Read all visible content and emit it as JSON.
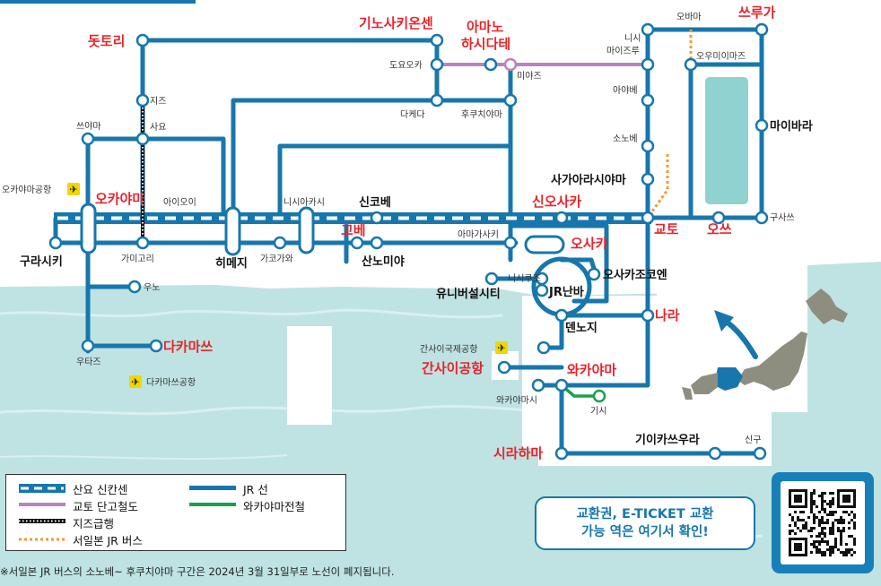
{
  "stations_red": {
    "dottori": "돗토리",
    "kinosaki": "기노사키온센",
    "amanohashidate_1": "아마노",
    "amanohashidate_2": "하시다테",
    "tsuruga": "쓰루가",
    "okayama": "오카야마",
    "kobe": "고베",
    "shinosaka": "신오사카",
    "osaka": "오사카",
    "kyoto": "교토",
    "otsu": "오쓰",
    "nara": "나라",
    "takamatsu": "다카마쓰",
    "kansai_airport": "간사이공항",
    "wakayama": "와카야마",
    "shirahama": "시라하마"
  },
  "stations_major": {
    "kurashiki": "구라시키",
    "himeji": "히메지",
    "shinkobe": "신코베",
    "sannomiya": "산노미야",
    "maibara": "마이바라",
    "sagano": "사가아라시야마",
    "osakajo": "오사카조코엔",
    "universal": "유니버설시티",
    "jrnamba": "JR난바",
    "tennoji": "덴노지",
    "kiikatsuura": "기이카쓰우라"
  },
  "stations_small": {
    "chizu": "지즈",
    "sayo": "사요",
    "tsuyama": "쓰야마",
    "okayama_airport": "오카야마공항",
    "aioi": "아이오이",
    "kamigori": "가미고리",
    "uno": "우노",
    "utazu": "우타즈",
    "takamatsu_airport": "다카마쓰공항",
    "nishiakashi": "니시아카시",
    "kakogawa": "가코가와",
    "amagasaki": "아마가사키",
    "toyooka": "도요오카",
    "miyazu": "미야즈",
    "takeda": "다케다",
    "fukuchiyama": "후쿠치야마",
    "nishimaizuru_1": "니시",
    "nishimaizuru_2": "마이즈루",
    "ayabe": "아야베",
    "sonobe": "소노베",
    "obama": "오바마",
    "omimaiko": "오우미이마즈",
    "kusatsu": "구사쓰",
    "nishikujo": "니시쿠조",
    "kansai_airport_sub": "간사이국제공항",
    "wakayamashi": "와카야마시",
    "kishi": "기시",
    "shingu": "신구"
  },
  "legend": {
    "shinkansen": "산요 신칸센",
    "tango": "교토 단고철도",
    "chizu": "지즈급행",
    "bus": "서일본 JR 버스",
    "jr": "JR 선",
    "wakayama": "와카야마전철"
  },
  "note": "※서일본 JR 버스의 소노베~ 후쿠치야마 구간은 2024년 3월 31일부로 노선이 폐지됩니다.",
  "bubble": {
    "line1": "교환권, E-TICKET 교환",
    "line2": "가능 역은 여기서 확인!"
  },
  "colors": {
    "jr": "#1777ad",
    "shinkansen": "#1777ad",
    "tango": "#b784c0",
    "chizu": "#111111",
    "bus": "#f39a2f",
    "wakayama": "#1aa04a",
    "sea": "#bfe3e2",
    "station_name_red": "#e8242b",
    "lake": "#8fd2d0"
  },
  "icons": [
    "airplane-icon",
    "arrow-icon",
    "japan-silhouette-icon",
    "qr-code-icon"
  ]
}
